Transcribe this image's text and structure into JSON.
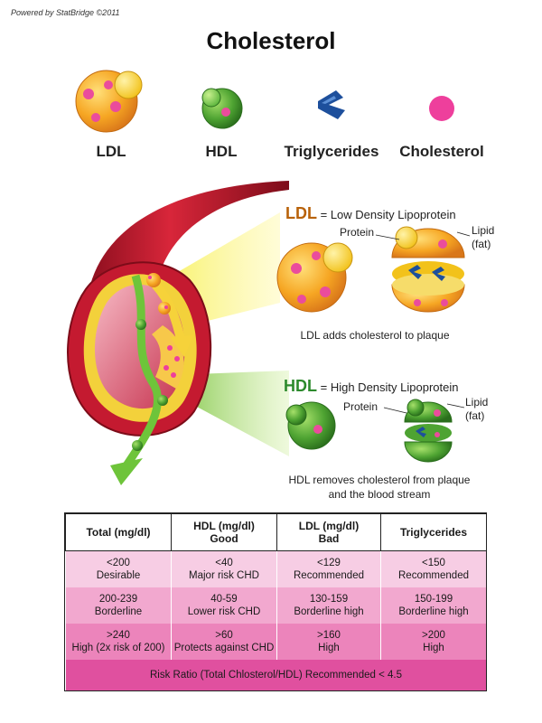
{
  "credit": "Powered by StatBridge  ©2011",
  "title": "Cholesterol",
  "legend": [
    {
      "label": "LDL",
      "icon": "ldl-particle-icon"
    },
    {
      "label": "HDL",
      "icon": "hdl-particle-icon"
    },
    {
      "label": "Triglycerides",
      "icon": "triglyceride-icon"
    },
    {
      "label": "Cholesterol",
      "icon": "cholesterol-dot-icon"
    }
  ],
  "ldl": {
    "abbr": "LDL",
    "definition": "= Low Density Lipoprotein",
    "protein_label": "Protein",
    "lipid_label_1": "Lipid",
    "lipid_label_2": "(fat)",
    "caption": "LDL adds cholesterol to plaque"
  },
  "hdl": {
    "abbr": "HDL",
    "definition": "= High Density Lipoprotein",
    "protein_label": "Protein",
    "lipid_label_1": "Lipid",
    "lipid_label_2": "(fat)",
    "caption_line1": "HDL removes cholesterol from plaque",
    "caption_line2": "and the blood stream"
  },
  "table": {
    "headers": [
      {
        "line1": "Total (mg/dl)",
        "line2": ""
      },
      {
        "line1": "HDL (mg/dl)",
        "line2": "Good"
      },
      {
        "line1": "LDL (mg/dl)",
        "line2": "Bad"
      },
      {
        "line1": "Triglycerides",
        "line2": ""
      }
    ],
    "rows": [
      [
        {
          "line1": "<200",
          "line2": "Desirable"
        },
        {
          "line1": "<40",
          "line2": "Major risk CHD"
        },
        {
          "line1": "<129",
          "line2": "Recommended"
        },
        {
          "line1": "<150",
          "line2": "Recommended"
        }
      ],
      [
        {
          "line1": "200-239",
          "line2": "Borderline"
        },
        {
          "line1": "40-59",
          "line2": "Lower risk CHD"
        },
        {
          "line1": "130-159",
          "line2": "Borderline high"
        },
        {
          "line1": "150-199",
          "line2": "Borderline high"
        }
      ],
      [
        {
          "line1": ">240",
          "line2": "High (2x risk of 200)"
        },
        {
          "line1": ">60",
          "line2": "Protects against CHD"
        },
        {
          "line1": ">160",
          "line2": "High"
        },
        {
          "line1": ">200",
          "line2": "High"
        }
      ]
    ],
    "footer": "Risk Ratio (Total Chlosterol/HDL) Recommended < 4.5"
  },
  "colors": {
    "ldl_orange": "#f5a623",
    "hdl_green": "#3d9a2e",
    "cholesterol_pink": "#ee3f9c",
    "triglyceride_blue": "#1d4f9c",
    "artery_red": "#b3122a",
    "plaque_yellow": "#f6d23a"
  }
}
